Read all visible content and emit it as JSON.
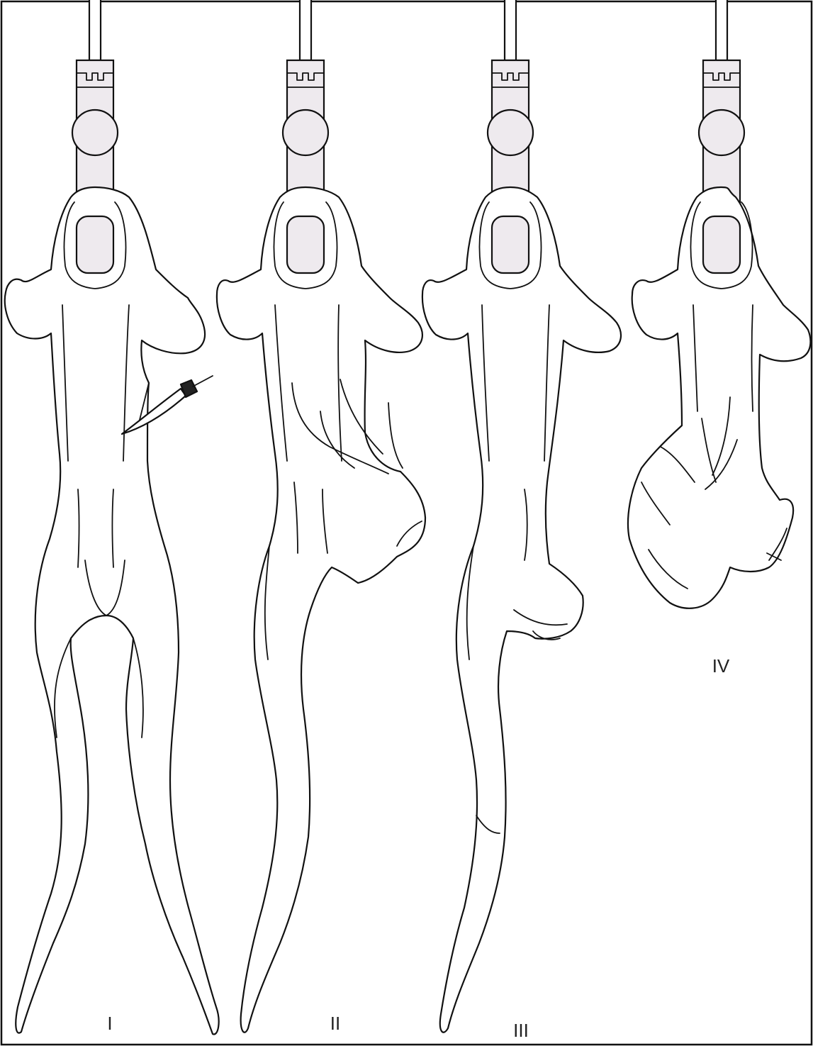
{
  "figure": {
    "panels": [
      {
        "id": "I",
        "label": "I"
      },
      {
        "id": "II",
        "label": "II"
      },
      {
        "id": "III",
        "label": "III"
      },
      {
        "id": "IV",
        "label": "IV"
      }
    ]
  },
  "colors": {
    "stroke": "#111111",
    "holder_fill": "#eeeaee",
    "background": "#ffffff"
  }
}
